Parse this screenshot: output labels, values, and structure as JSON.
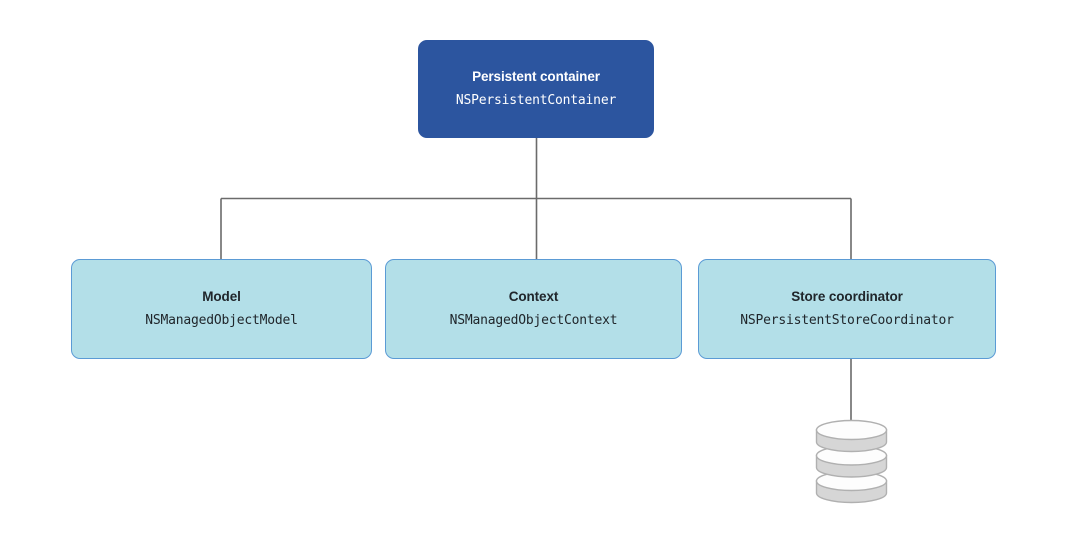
{
  "diagram": {
    "background_color": "#ffffff",
    "root": {
      "title": "Persistent container",
      "code": "NSPersistentContainer",
      "fill_color": "#2c559f",
      "text_color": "#ffffff"
    },
    "children": [
      {
        "id": "model",
        "title": "Model",
        "code": "NSManagedObjectModel",
        "fill_color": "#b3dfe8",
        "border_color": "#5b9bd5",
        "text_color": "#20262b"
      },
      {
        "id": "context",
        "title": "Context",
        "code": "NSManagedObjectContext",
        "fill_color": "#b3dfe8",
        "border_color": "#5b9bd5",
        "text_color": "#20262b"
      },
      {
        "id": "store-coordinator",
        "title": "Store coordinator",
        "code": "NSPersistentStoreCoordinator",
        "fill_color": "#b3dfe8",
        "border_color": "#5b9bd5",
        "text_color": "#20262b"
      }
    ],
    "store": {
      "icon": "database-cylinder-icon",
      "fill_color": "#d6d6d6",
      "top_face_color": "#fdfdfd",
      "stroke_color": "#b0b0b0"
    },
    "connectors": {
      "color": "#6b6b6b",
      "width": 1.6
    }
  }
}
